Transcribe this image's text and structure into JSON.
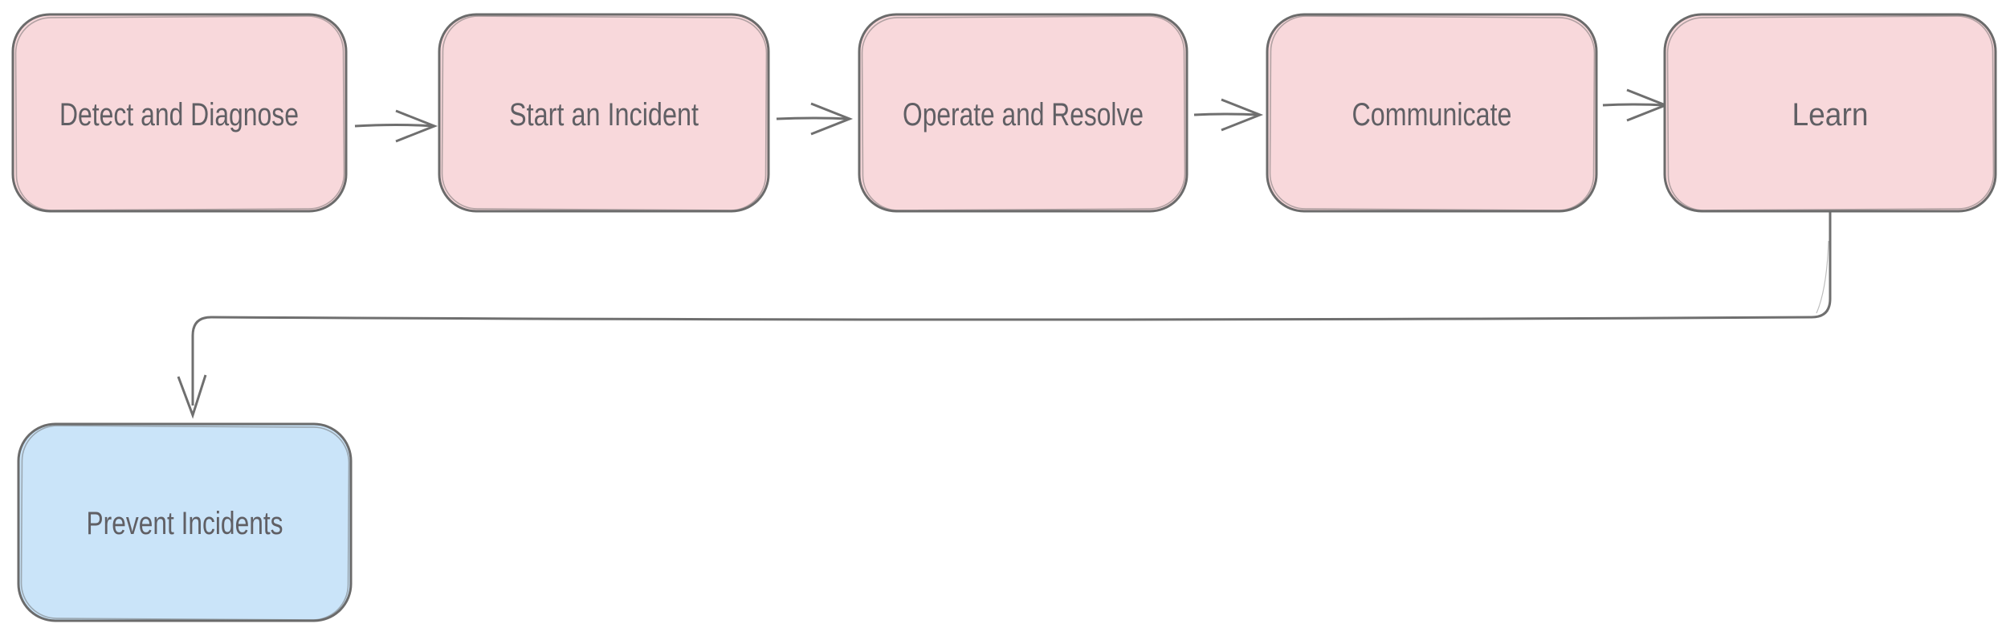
{
  "nodes": [
    {
      "id": "detect-and-diagnose",
      "label": "Detect and Diagnose",
      "fill": "#f8d8db"
    },
    {
      "id": "start-an-incident",
      "label": "Start an Incident",
      "fill": "#f8d8db"
    },
    {
      "id": "operate-and-resolve",
      "label": "Operate and Resolve",
      "fill": "#f8d8db"
    },
    {
      "id": "communicate",
      "label": "Communicate",
      "fill": "#f8d8db"
    },
    {
      "id": "learn",
      "label": "Learn",
      "fill": "#f8d8db"
    },
    {
      "id": "prevent-incidents",
      "label": "Prevent Incidents",
      "fill": "#cae4f9"
    }
  ],
  "edges": [
    {
      "from": "detect-and-diagnose",
      "to": "start-an-incident"
    },
    {
      "from": "start-an-incident",
      "to": "operate-and-resolve"
    },
    {
      "from": "operate-and-resolve",
      "to": "communicate"
    },
    {
      "from": "communicate",
      "to": "learn"
    },
    {
      "from": "learn",
      "to": "prevent-incidents"
    }
  ],
  "colors": {
    "background": "#ffffff",
    "node_stroke": "#6b6b6b",
    "edge_stroke": "#6f6f6f",
    "label_text": "#605f64",
    "stage_fill": "#f8d8db",
    "outcome_fill": "#cae4f9"
  }
}
